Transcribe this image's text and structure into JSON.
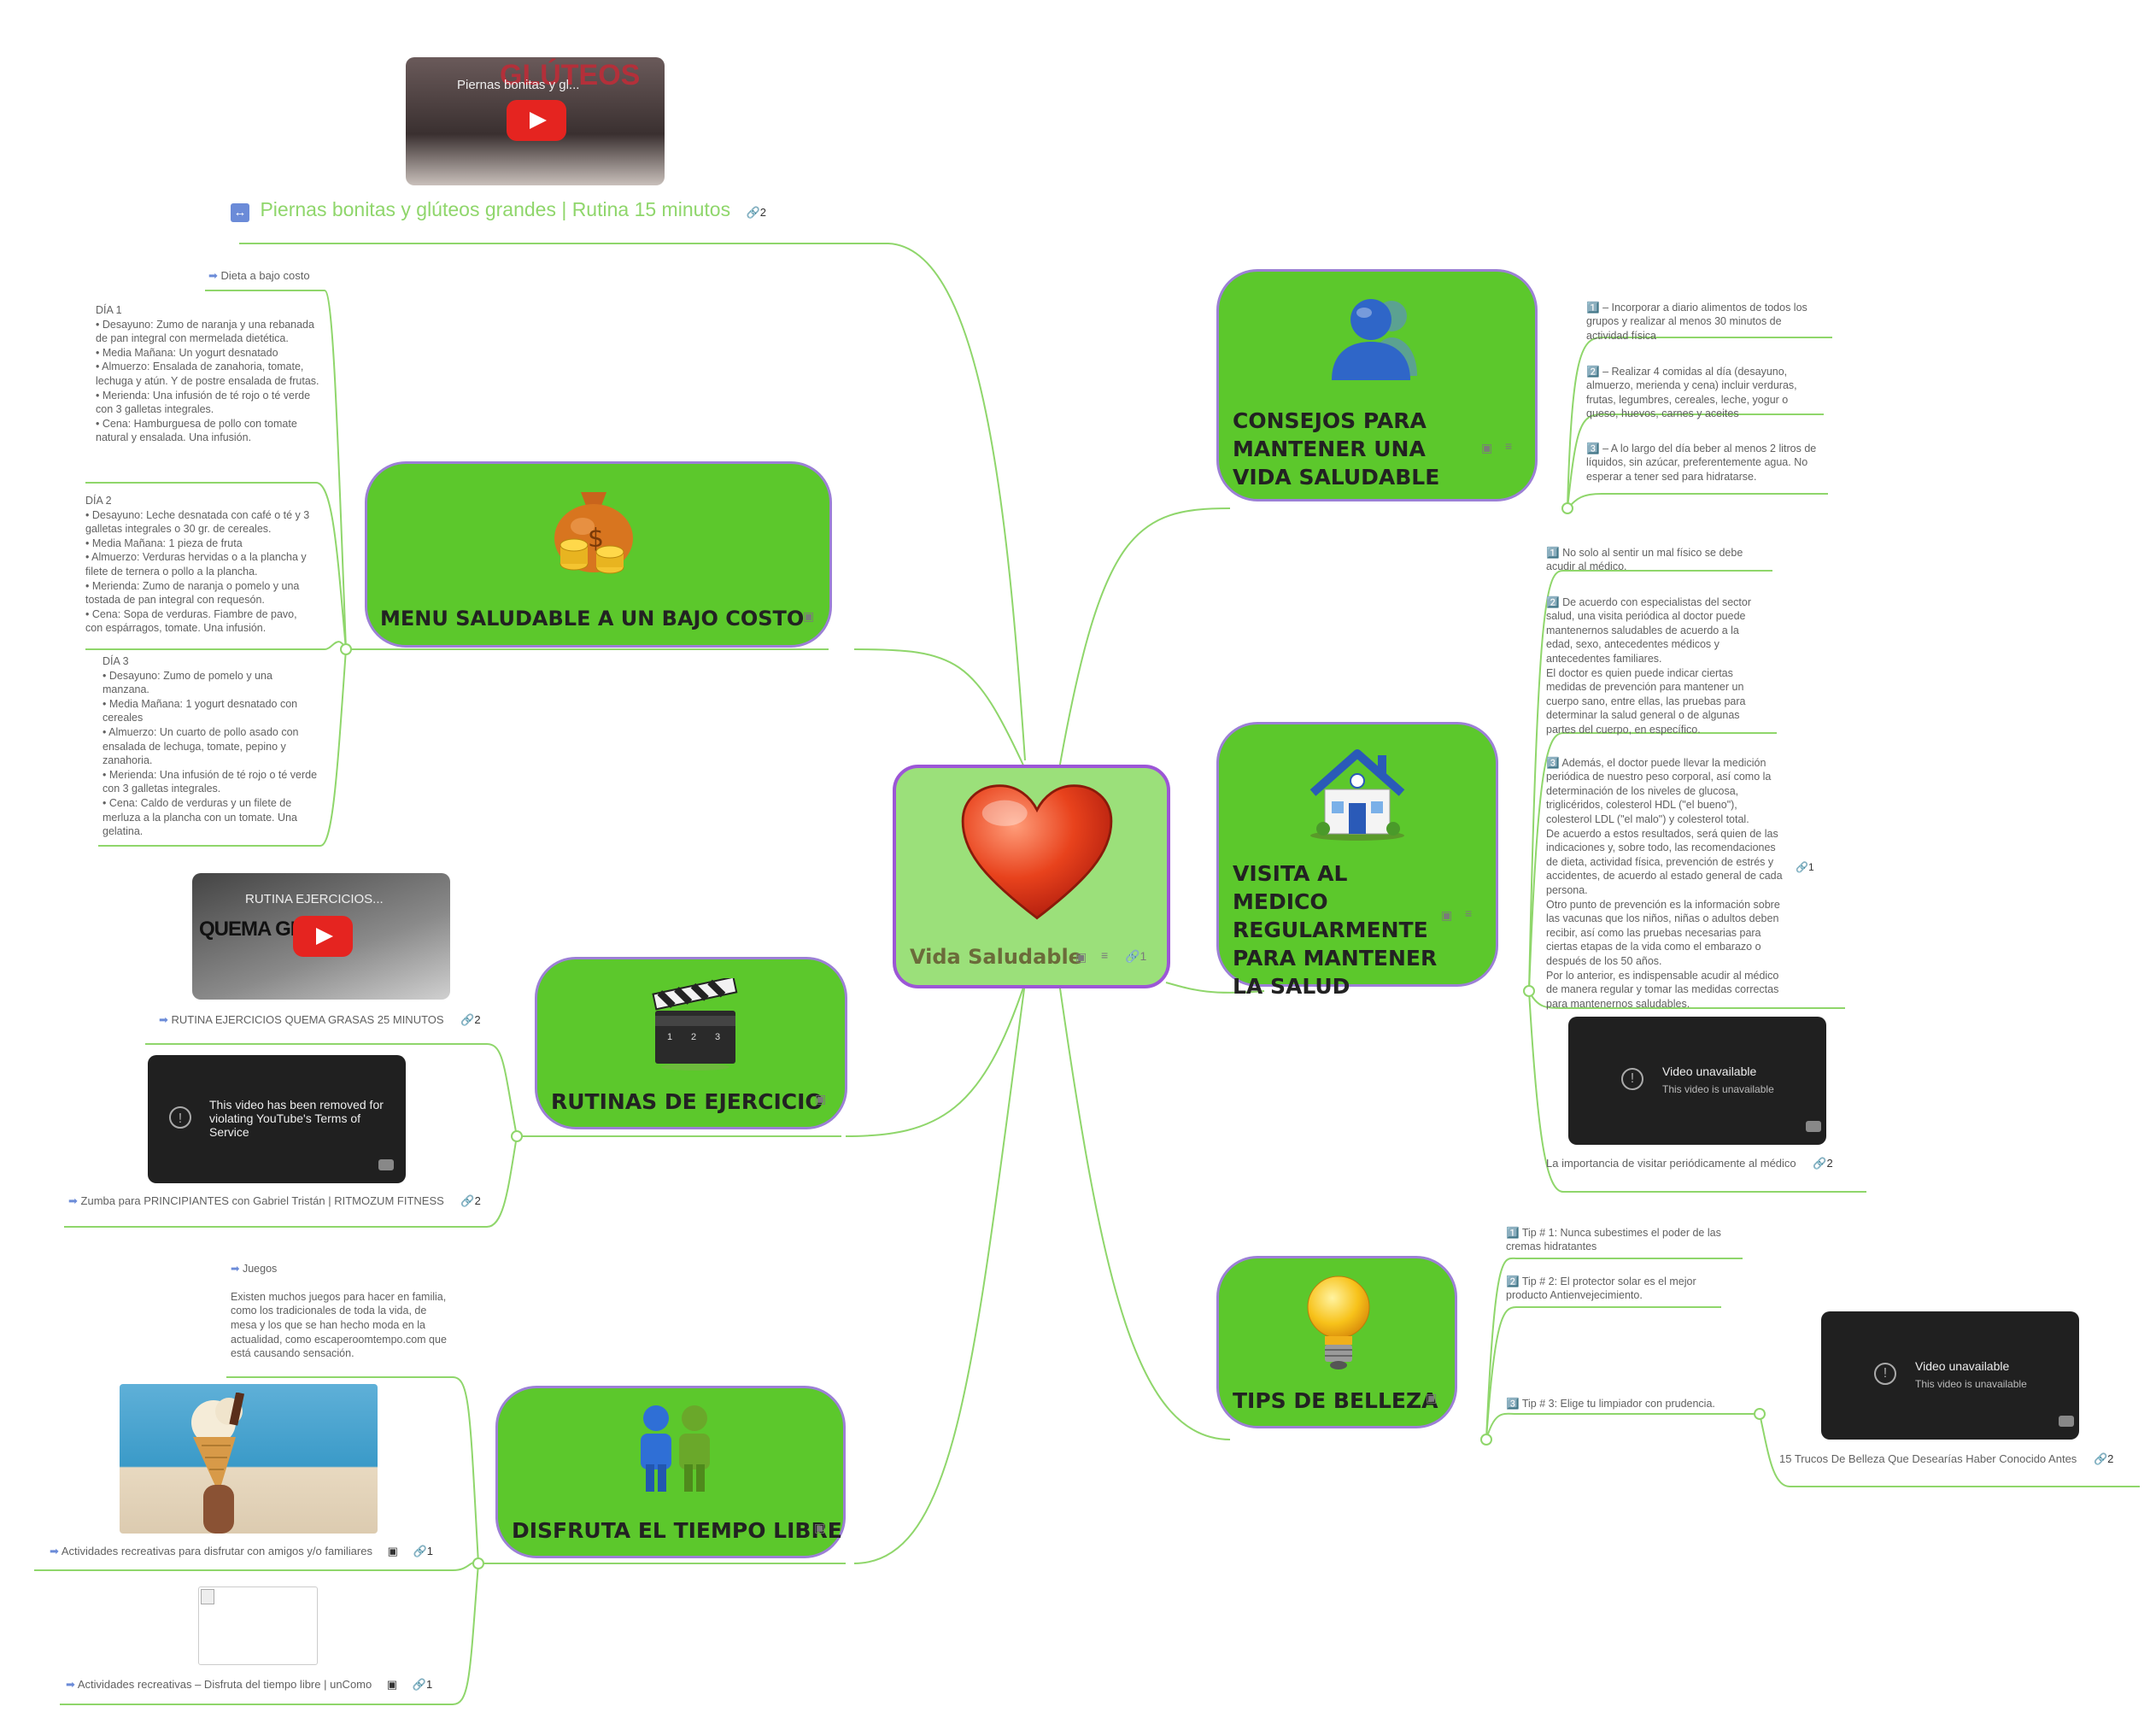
{
  "center": {
    "title": "Vida Saludable",
    "link_count": "1"
  },
  "top_video": {
    "title": "Piernas bonitas y glúteos grandes | Rutina 15 minutos",
    "thumb_caption": "Piernas bonitas y gl...",
    "thumb_overlay": "GLÚTEOS",
    "link_count": "2"
  },
  "menu": {
    "title": "MENU SALUDABLE A UN BAJO COSTO",
    "label": "Dieta a bajo costo",
    "day1": "DÍA 1\n• Desayuno: Zumo de naranja y una rebanada de pan integral con mermelada dietética.\n• Media Mañana: Un yogurt desnatado\n• Almuerzo: Ensalada de zanahoria, tomate, lechuga y atún. Y de postre ensalada de frutas.\n• Merienda: Una infusión de té rojo o té verde con 3 galletas integrales.\n• Cena: Hamburguesa de pollo con tomate natural y ensalada. Una infusión.",
    "day2": "DÍA 2\n• Desayuno: Leche desnatada con café o té y 3 galletas integrales o 30 gr. de cereales.\n• Media Mañana: 1 pieza de fruta\n• Almuerzo: Verduras hervidas o a la plancha y filete de ternera o pollo a la plancha.\n• Merienda: Zumo de naranja o pomelo y una tostada de pan integral con requesón.\n• Cena: Sopa de verduras. Fiambre de pavo, con espárragos, tomate. Una infusión.",
    "day3": "DÍA 3\n• Desayuno: Zumo de pomelo y una manzana.\n• Media Mañana: 1 yogurt desnatado con cereales\n• Almuerzo: Un cuarto de pollo asado con ensalada de lechuga, tomate, pepino y zanahoria.\n• Merienda: Una infusión de té rojo o té verde con 3 galletas integrales.\n• Cena: Caldo de verduras y un filete de merluza a la plancha con un tomate. Una gelatina."
  },
  "rutinas": {
    "title": "RUTINAS DE EJERCICIO",
    "video1_label": "RUTINA EJERCICIOS QUEMA GRASAS 25 MINUTOS",
    "video1_caption": "RUTINA EJERCICIOS...",
    "video1_overlay": "QUEMA GRA",
    "video1_links": "2",
    "video2_removed": "This video has been removed for violating YouTube's Terms of Service",
    "video2_label": "Zumba para PRINCIPIANTES con Gabriel Tristán | RITMOZUM FITNESS",
    "video2_links": "2"
  },
  "disfruta": {
    "title": "DISFRUTA EL TIEMPO LIBRE",
    "juegos": "Juegos\n\nExisten muchos juegos para hacer en familia, como los tradicionales de toda la vida, de mesa y los que se han hecho moda en la actualidad, como escaperoomtempo.com que está causando sensación.",
    "act1": "Actividades recreativas para disfrutar con amigos y/o familiares",
    "act1_links": "1",
    "act2": "Actividades recreativas – Disfruta del tiempo libre | unComo",
    "act2_links": "1"
  },
  "consejos": {
    "title": "CONSEJOS PARA MANTENER UNA VIDA SALUDABLE",
    "n1": "– Incorporar a diario alimentos de todos los grupos y realizar al menos 30 minutos de actividad física",
    "n2": "– Realizar 4 comidas al día (desayuno, almuerzo, merienda y cena) incluir verduras, frutas, legumbres, cereales, leche, yogur o queso, huevos, carnes y aceites",
    "n3": "– A lo largo del día beber al menos 2 litros de líquidos, sin azúcar, preferentemente agua. No esperar a tener sed para hidratarse."
  },
  "visita": {
    "title": "VISITA AL MEDICO REGULARMENTE PARA MANTENER LA SALUD",
    "n1": "No solo al sentir un mal físico se debe acudir al médico.",
    "n2": "De acuerdo con especialistas del sector salud, una visita periódica al doctor puede mantenernos saludables de acuerdo a la edad, sexo, antecedentes médicos y antecedentes familiares.\nEl doctor es quien puede indicar ciertas medidas de prevención para mantener un cuerpo sano, entre ellas, las pruebas para determinar la salud general o de algunas partes del cuerpo, en específico.",
    "n3": "Además, el doctor puede llevar la medición periódica de nuestro peso corporal, así como la determinación de los niveles de glucosa, triglicéridos, colesterol HDL (\"el bueno\"), colesterol LDL (\"el malo\") y colesterol total.\nDe acuerdo a estos resultados, será quien de las indicaciones y, sobre todo, las recomendaciones de dieta, actividad física, prevención de estrés y accidentes, de acuerdo al estado general de cada persona.\nOtro punto de prevención es la información sobre las vacunas que los niños, niñas o adultos deben recibir, así como las pruebas necesarias para ciertas etapas de la vida como el embarazo o después de los 50 años.\nPor lo anterior, es indispensable acudir al médico de manera regular y tomar las medidas correctas para mantenernos saludables.",
    "n3_links": "1",
    "video_unavailable": "Video unavailable",
    "video_sub": "This video is unavailable",
    "video_label": "La importancia de visitar periódicamente al médico",
    "video_links": "2"
  },
  "tips": {
    "title": "TIPS DE BELLEZA",
    "t1": "Tip # 1: Nunca subestimes el poder de las cremas hidratantes",
    "t2": "Tip # 2: El protector solar es el mejor producto Antienvejecimiento.",
    "t3": "Tip # 3: Elige tu limpiador con prudencia.",
    "video_unavailable": "Video unavailable",
    "video_sub": "This video is unavailable",
    "video_label": "15 Trucos De Belleza Que Desearías Haber Conocido Antes",
    "video_links": "2"
  },
  "colors": {
    "node_fill": "#5cc82c",
    "node_border": "#9c7fd6",
    "center_fill": "#9be07a",
    "connector": "#8fd66b"
  }
}
